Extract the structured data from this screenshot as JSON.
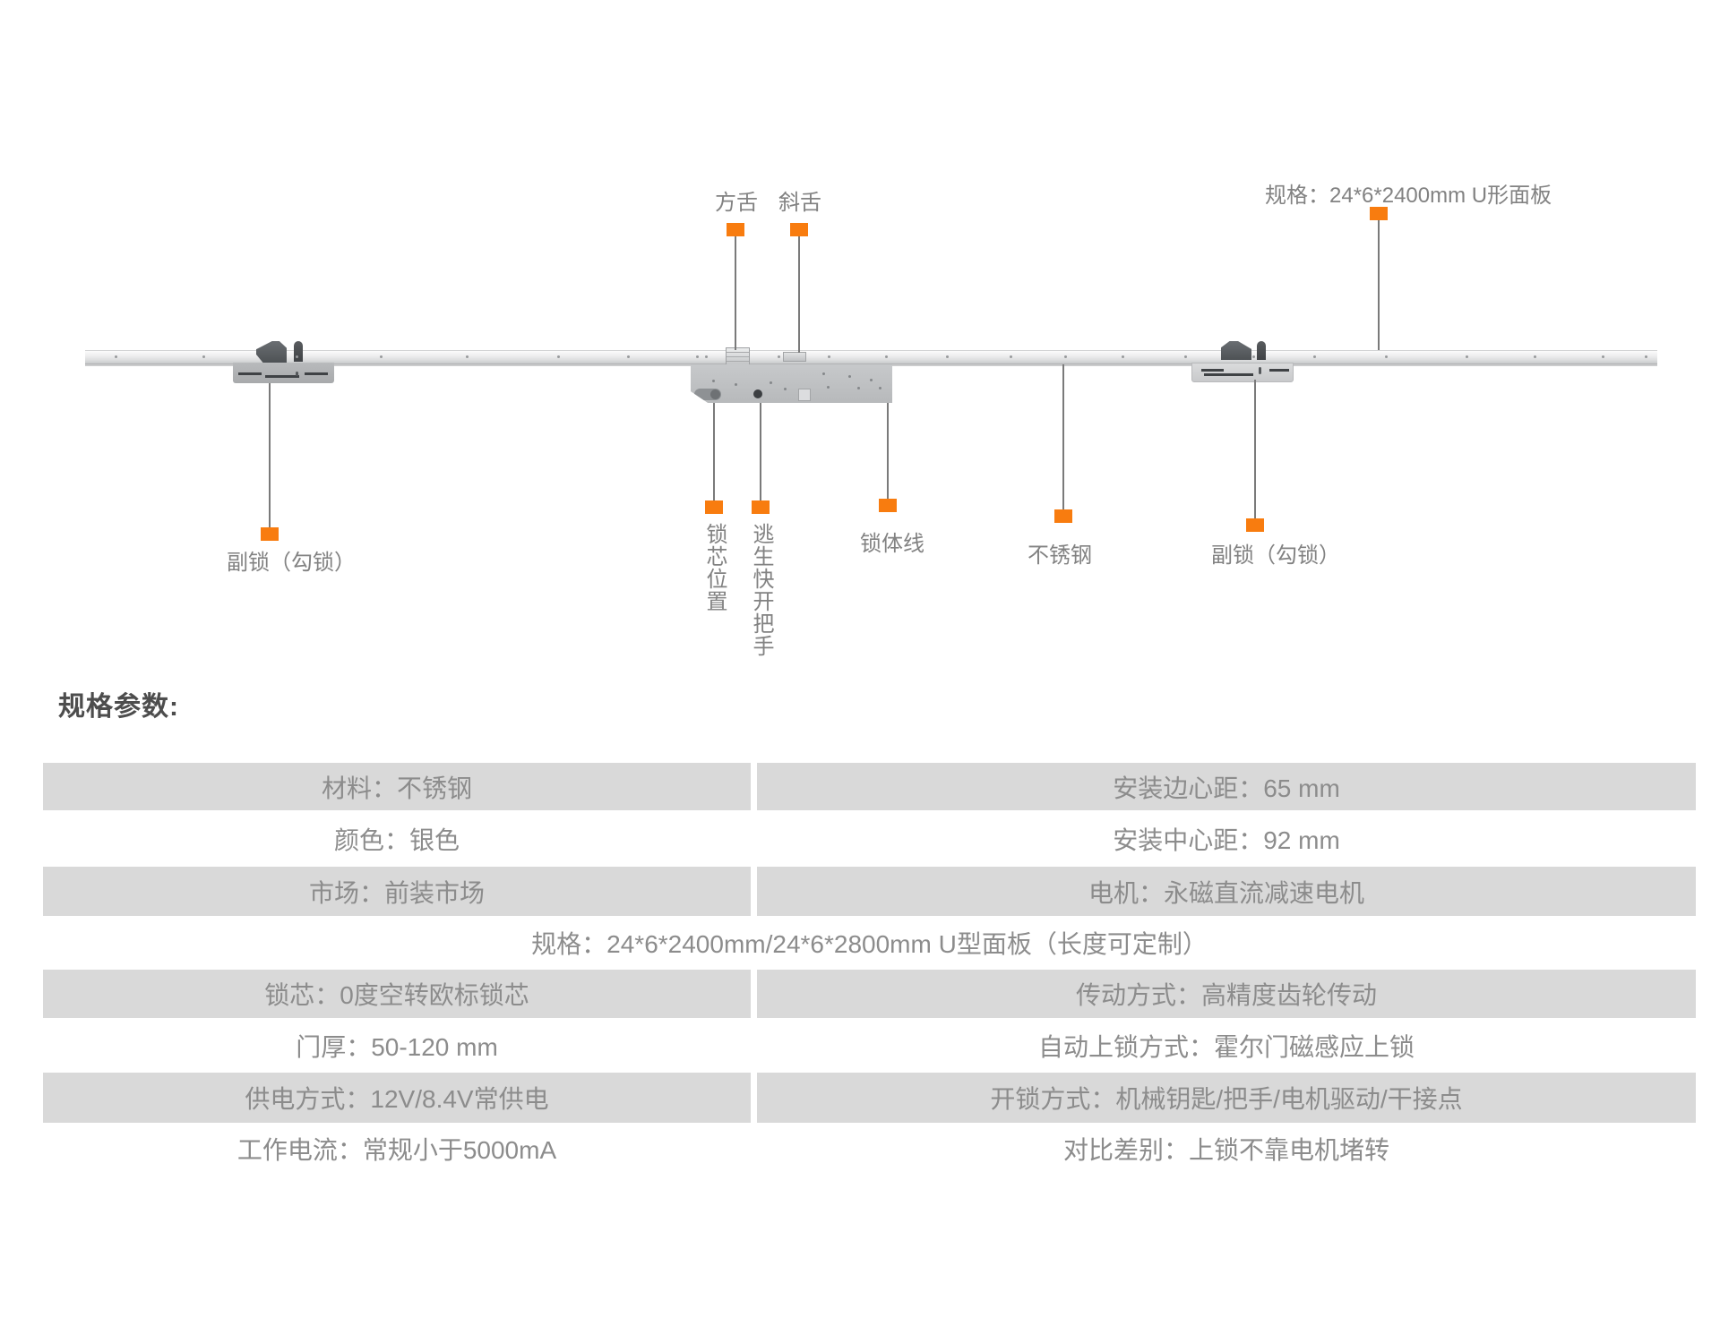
{
  "colors": {
    "accent_orange": "#f87c0f",
    "leader_line": "#7a7a7a",
    "table_shade": "#d9d9d9",
    "table_text": "#8c8c8c",
    "label_text": "#828282",
    "heading_text": "#4d4d4d"
  },
  "diagram": {
    "callouts": {
      "square_bolt": "方舌",
      "latch_bolt": "斜舌",
      "panel_spec": "规格：24*6*2400mm  U形面板",
      "aux_lock_left": "副锁（勾锁）",
      "cylinder_position": "锁芯位置",
      "escape_quick_handle": "逃生快开把手",
      "lock_body_line": "锁体线",
      "stainless_steel": "不锈钢",
      "aux_lock_right": "副锁（勾锁）"
    }
  },
  "specs": {
    "heading": "规格参数:",
    "rows": [
      {
        "type": "split",
        "shaded": true,
        "left": "材料：不锈钢",
        "right": "安装边心距：65 mm"
      },
      {
        "type": "split",
        "shaded": false,
        "left": "颜色：银色",
        "right": "安装中心距：92 mm"
      },
      {
        "type": "split",
        "shaded": true,
        "left": "市场：前装市场",
        "right": "电机：永磁直流减速电机"
      },
      {
        "type": "full",
        "shaded": false,
        "text": "规格：24*6*2400mm/24*6*2800mm U型面板（长度可定制）"
      },
      {
        "type": "split",
        "shaded": true,
        "left": "锁芯：0度空转欧标锁芯",
        "right": "传动方式：高精度齿轮传动"
      },
      {
        "type": "split",
        "shaded": false,
        "left": "门厚：50-120 mm",
        "right": "自动上锁方式：霍尔门磁感应上锁"
      },
      {
        "type": "split",
        "shaded": true,
        "left": "供电方式：12V/8.4V常供电",
        "right": "开锁方式：机械钥匙/把手/电机驱动/干接点"
      },
      {
        "type": "split",
        "shaded": false,
        "left": "工作电流：常规小于5000mA",
        "right": "对比差别：上锁不靠电机堵转"
      }
    ]
  }
}
